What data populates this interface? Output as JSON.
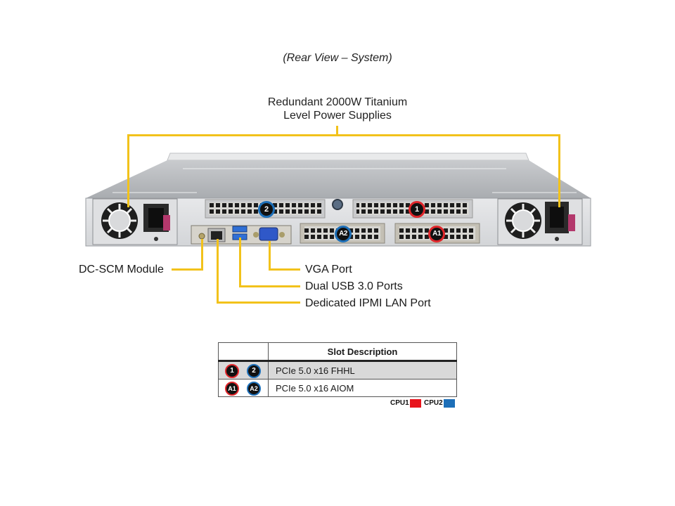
{
  "caption": "(Rear View – System)",
  "power_supplies": {
    "title_line1": "Redundant 2000W Titanium",
    "title_line2": "Level Power Supplies"
  },
  "callouts": {
    "dc_scm": "DC-SCM Module",
    "vga": "VGA Port",
    "usb": "Dual USB 3.0 Ports",
    "ipmi": "Dedicated IPMI LAN Port"
  },
  "slot_badges": {
    "slot1": "1",
    "slot2": "2",
    "aiom1": "A1",
    "aiom2": "A2"
  },
  "table": {
    "header": "Slot Description",
    "rows": [
      {
        "badges": [
          "1",
          "2"
        ],
        "description": "PCIe 5.0 x16 FHHL"
      },
      {
        "badges": [
          "A1",
          "A2"
        ],
        "description": "PCIe 5.0 x16 AIOM"
      }
    ]
  },
  "legend": {
    "cpu1_label": "CPU1",
    "cpu1_color": "#e8141c",
    "cpu2_label": "CPU2",
    "cpu2_color": "#1d6fb8"
  },
  "colors": {
    "leader": "#f2c21b",
    "cpu1_ring": "#e0262b",
    "cpu2_ring": "#1d6fb8"
  }
}
